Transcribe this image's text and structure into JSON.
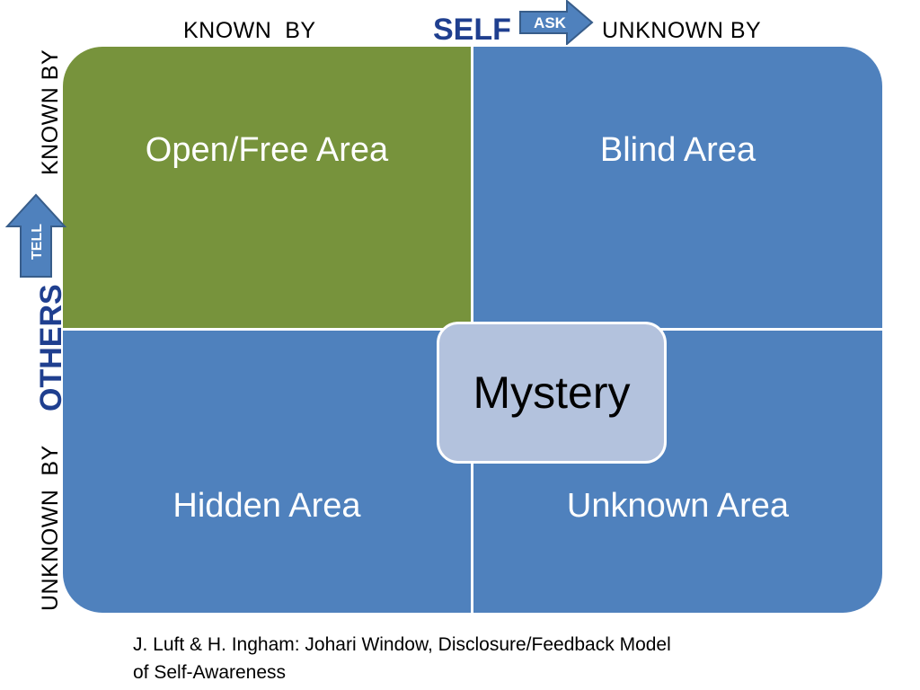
{
  "header": {
    "known_by": "KNOWN  BY",
    "self": "SELF",
    "ask": "ASK",
    "unknown_by": "UNKNOWN BY"
  },
  "side": {
    "unknown_by": "UNKNOWN  BY",
    "others": "OTHERS",
    "tell": "TELL",
    "known_by": "KNOWN BY"
  },
  "quadrants": [
    {
      "label": "Open/Free Area",
      "color": "#77933c"
    },
    {
      "label": "Blind Area",
      "color": "#4f81bd"
    },
    {
      "label": "Hidden Area",
      "color": "#4f81bd"
    },
    {
      "label": "Unknown Area",
      "color": "#4f81bd"
    }
  ],
  "center": {
    "label": "Mystery",
    "color": "#b3c2dd"
  },
  "accent_color": "#1f3f8f",
  "citation": {
    "line1": "J. Luft & H. Ingham: Johari Window, Disclosure/Feedback Model",
    "line2": "of Self-Awareness"
  }
}
